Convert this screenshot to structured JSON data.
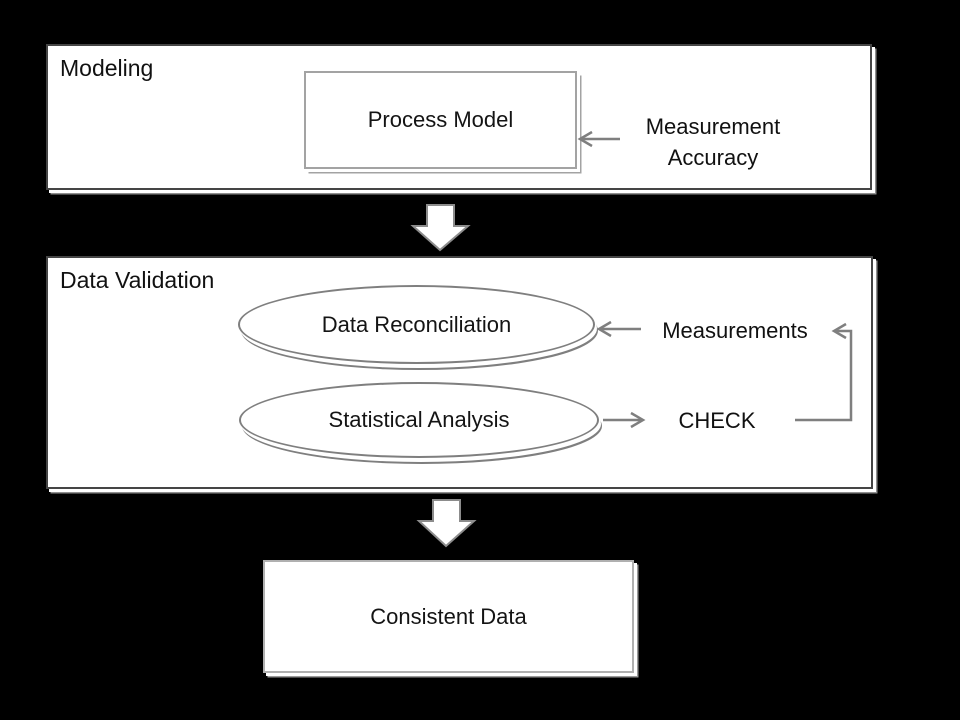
{
  "modeling_section": {
    "label": "Modeling",
    "process_model_label": "Process Model",
    "measurement_accuracy_label": "Measurement Accuracy"
  },
  "validation_section": {
    "label": "Data Validation",
    "data_reconciliation_label": "Data Reconciliation",
    "statistical_analysis_label": "Statistical Analysis",
    "measurements_label": "Measurements",
    "check_label": "CHECK"
  },
  "output_section": {
    "consistent_data_label": "Consistent Data"
  },
  "colors": {
    "background": "#000000",
    "panel_fill": "#ffffff",
    "panel_border": "#454545",
    "node_border": "#a3a3a3",
    "ellipse_border": "#7f7f7f",
    "connector": "#7f7f7f",
    "text": "#111111"
  }
}
